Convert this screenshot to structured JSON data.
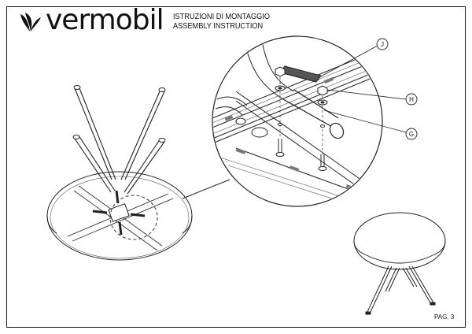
{
  "header": {
    "brand": "vermobil",
    "line1": "ISTRUZIONI DI MONTAGGIO",
    "line2": "ASSEMBLY INSTRUCTION"
  },
  "callouts": [
    {
      "id": "J"
    },
    {
      "id": "H"
    },
    {
      "id": "G"
    }
  ],
  "footer": {
    "page": "PAG. 3"
  }
}
